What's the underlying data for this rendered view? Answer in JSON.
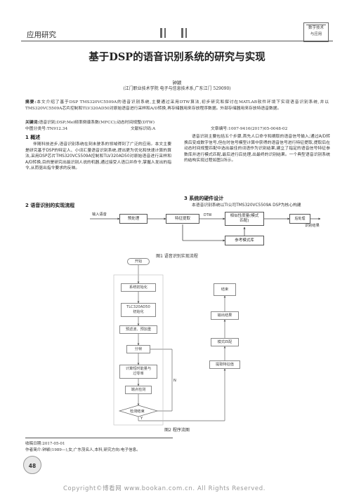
{
  "header": {
    "section": "应用研究",
    "logo_line1": "数字技术",
    "logo_line2": "与应用"
  },
  "title": "基于DSP的语音识别系统的研究与实现",
  "author": "钟颖",
  "affiliation": "(江门职业技术学院 电子与信息技术系,广东江门  529090)",
  "abstract": {
    "label": "摘要:",
    "text": "本文介绍了基于DSP TMS320VC5509A的语音识别系统,主要通过采用DTW算法,初步研究和探讨在MATLAB软件环境下实现语音识别系统,并以TMS320VC5509A芯片控制和TLV320AD50对原始语音进行采样和A/D转换,再存储器用来存放程序数据。外部存储器用来存放特语音数据。"
  },
  "keywords": {
    "label": "关键词:",
    "text": "语音识别;DSP;Mel频率倒谱系数(MFCC);动态时间规整(DTW)"
  },
  "classification": {
    "clc": "中图分类号:TN912.34",
    "doc_code": "文献标识码:A",
    "article_no": "文章编号:1007-9416(2017)05-0048-02"
  },
  "left_column": {
    "heading1": "1 概述",
    "para1": "伴随科技进步,语音识别系统在刻未驶系的领域得到了广泛的应用。本文主要是研究基于DSP的特定人、小词汇量语音识别系统,提出更为优化和快速计算的算法,采用DSP芯片TMS320VC5509A控制和TLV320AD50对原始语音进行采样和A/D转换,目的是研究出能识别人说的机器,通过接受人语口并命令,掌握人发出的指令,从而驱出指令要求的反映。",
    "heading2": "2 语音识别的实现流程"
  },
  "right_column": {
    "para1": "语音识别主要包括五个步骤,首先人口命令和摘取的语音信号输入;通过A/D转换后变成数字信号,但在时信号模型计算中获得的语音信号进行特征提取,提取后在动态时间规整匹配中选出最佳的词语作为识别结果,建立了指定的语音信号特征参数库并进行模式匹配,最后进行后处理,出最终的识别结果。一个典型语音识别系统的结构实现过程如图1所示。",
    "heading3": "3 系统的硬件设计",
    "para2": "本语音识别系统以TI公司TMS320VC5509A DSP为核心构建"
  },
  "figure1": {
    "input_label": "输入语音",
    "preprocess": "预处理",
    "feature_extract": "特征提取",
    "dtw_label": "DTW",
    "similarity": "相似性度量(模式匹配)",
    "postprocess": "后处理",
    "output_label": "识别结果",
    "reference": "参考模式库",
    "caption": "图1 语音识别实现流程"
  },
  "figure2": {
    "start": "开始",
    "system_init": "系统初始化",
    "tlc_init": "TLC320AD50初始化",
    "prefilter": "预滤波、预加重",
    "framing": "分帧",
    "short_time": "计算短时能量与过零率",
    "endpoint": "端点检测",
    "detect_end": "检测结束",
    "yes_label": "Y",
    "no_label": "N",
    "feature": "提取特征值",
    "pattern": "模式匹配",
    "output": "输出结果",
    "end": "结束",
    "caption": "图2 程序流图"
  },
  "footnote": {
    "received": "收稿日期:2017-05-01",
    "author_bio": "作者简介:钟颖(1989—),女,广东茂名人,本科,研究方向:电子信息。"
  },
  "page_number": "48",
  "watermark": "Copyright©博看网  www.bookan.com.cn.  All Rights Reserved."
}
